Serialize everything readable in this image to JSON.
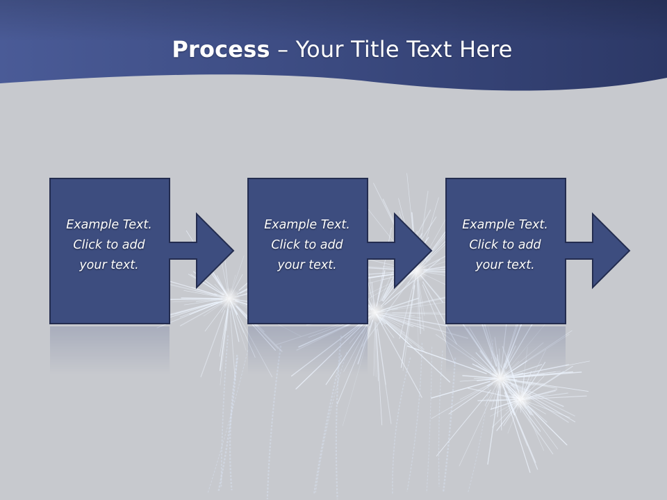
{
  "slide": {
    "title_bold": "Process",
    "title_rest": " – Your Title Text Here",
    "steps": [
      {
        "text": "Example Text. Click to add your text."
      },
      {
        "text": "Example Text. Click to add your text."
      },
      {
        "text": "Example Text. Click to add your text."
      }
    ]
  },
  "colors": {
    "header": "#3b4a80",
    "box_fill": "#3d4d7f",
    "box_border": "#232c4f",
    "background": "#c7c9ce",
    "sparkle": "#e8f2ff"
  }
}
